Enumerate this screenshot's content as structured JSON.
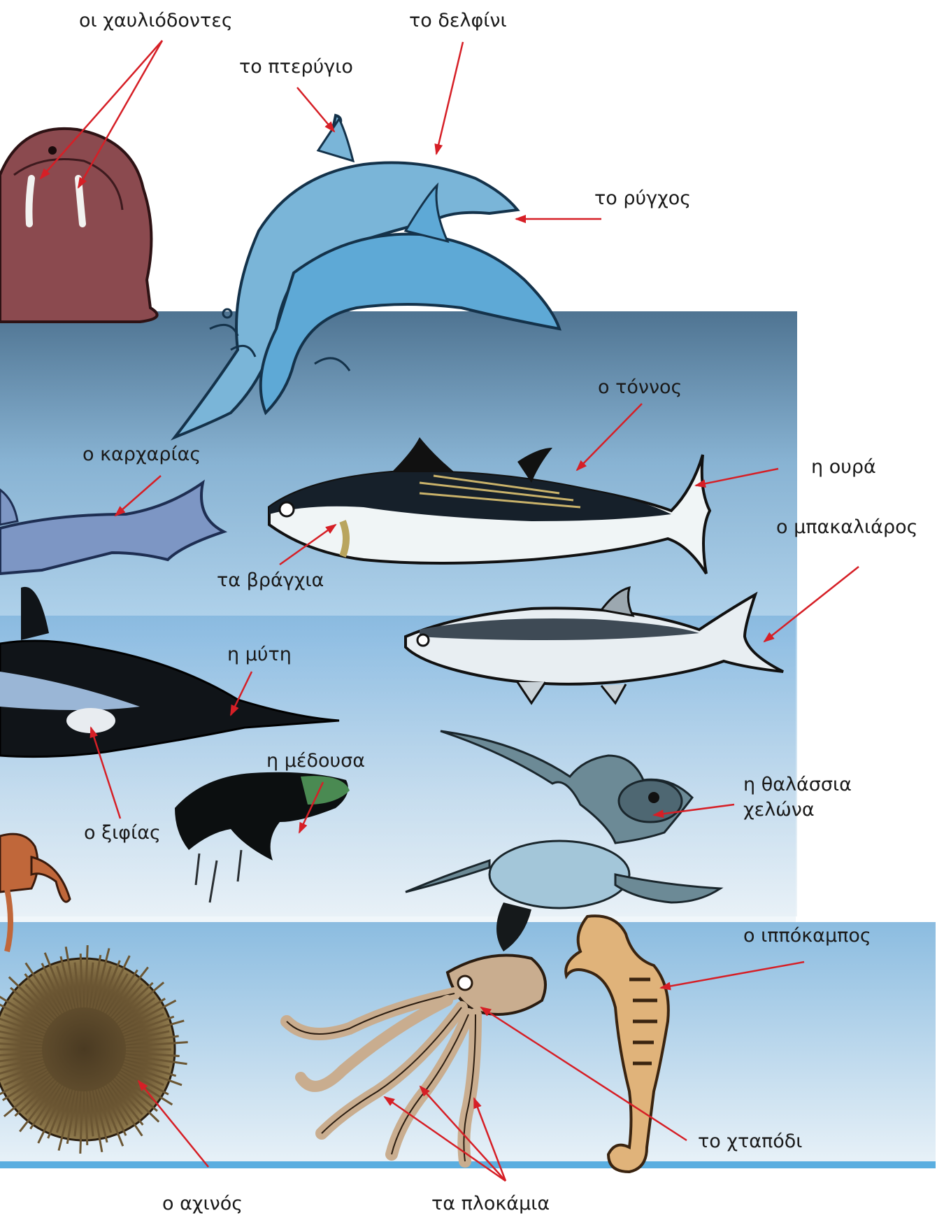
{
  "labels": {
    "tusks": "οι χαυλιόδοντες",
    "dolphin": "το δελφίνι",
    "fin": "το πτερύγιο",
    "snout": "το ρύγχος",
    "tuna": "ο τόννος",
    "shark": "ο καρχαρίας",
    "tail": "η ουρά",
    "cod": "ο μπακαλιάρος",
    "gills": "τα βράγχια",
    "sword": "η μύτη",
    "jellyfish": "η μέδουσα",
    "turtle": "η θαλάσσια\nχελώνα",
    "swordfish": "ο ξιφίας",
    "seahorse": "ο ιππόκαμπος",
    "octopus": "το χταπόδι",
    "urchin": "ο αχινός",
    "tentacles": "τα πλοκάμια"
  },
  "colors": {
    "arrow": "#d61f26",
    "water_top": "#4d7190",
    "water_bottom": "#cfe4f2",
    "bottom_strip": "#5aaee0"
  }
}
